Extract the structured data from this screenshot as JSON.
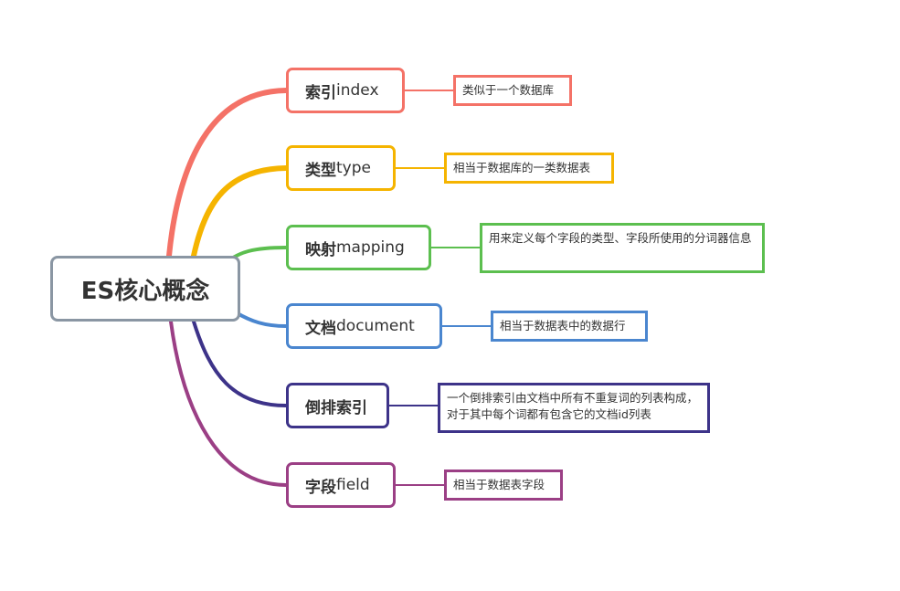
{
  "root": {
    "label": "ES核心概念"
  },
  "branches": [
    {
      "id": "index",
      "label_zh": "索引",
      "label_en": " index",
      "note": "类似于一个数据库",
      "color": "#f47267"
    },
    {
      "id": "type",
      "label_zh": "类型",
      "label_en": " type",
      "note": "相当于数据库的一类数据表",
      "color": "#f5b400"
    },
    {
      "id": "mapping",
      "label_zh": "映射",
      "label_en": " mapping",
      "note": "用来定义每个字段的类型、字段所使用的分词器信息",
      "color": "#5cbf4f"
    },
    {
      "id": "document",
      "label_zh": "文档",
      "label_en": " document",
      "note": "相当于数据表中的数据行",
      "color": "#4a86cf"
    },
    {
      "id": "inverted",
      "label_zh": "倒排索引",
      "label_en": "",
      "note": "一个倒排索引由文档中所有不重复词的列表构成，对于其中每个词都有包含它的文档id列表",
      "color": "#3d3389"
    },
    {
      "id": "field",
      "label_zh": "字段",
      "label_en": " field",
      "note": "相当于数据表字段",
      "color": "#9b3f85"
    }
  ]
}
